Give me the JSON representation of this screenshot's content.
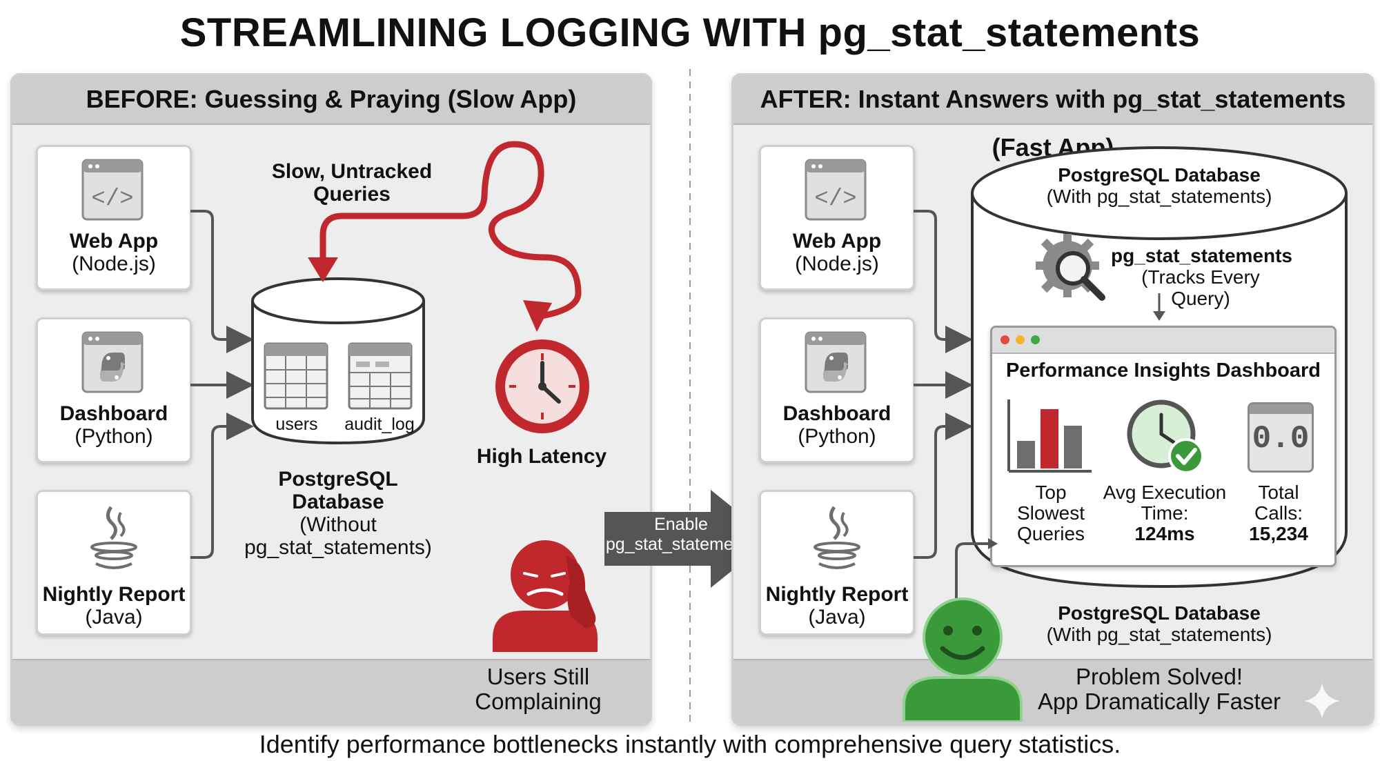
{
  "title": "STREAMLINING LOGGING WITH pg_stat_statements",
  "subtitle": "Identify performance bottlenecks instantly with comprehensive query statistics.",
  "before": {
    "header": "BEFORE: Guessing & Praying (Slow App)",
    "clients": [
      {
        "name": "Web App",
        "tech": "(Node.js)",
        "icon": "code-window-icon"
      },
      {
        "name": "Dashboard",
        "tech": "(Python)",
        "icon": "python-icon"
      },
      {
        "name": "Nightly Report",
        "tech": "(Java)",
        "icon": "java-icon"
      }
    ],
    "queries_label_1": "Slow, Untracked",
    "queries_label_2": "Queries",
    "tables": [
      "users",
      "audit_log"
    ],
    "db_title_1": "PostgreSQL",
    "db_title_2": "Database",
    "db_sub_1": "(Without",
    "db_sub_2": "pg_stat_statements)",
    "latency_label": "High Latency",
    "footer_1": "Users Still",
    "footer_2": "Complaining"
  },
  "transition": {
    "label_1": "Enable",
    "label_2": "pg_stat_statements"
  },
  "after": {
    "header": "AFTER: Instant Answers with pg_stat_statements (Fast App)",
    "clients": [
      {
        "name": "Web App",
        "tech": "(Node.js)",
        "icon": "code-window-icon"
      },
      {
        "name": "Dashboard",
        "tech": "(Python)",
        "icon": "python-icon"
      },
      {
        "name": "Nightly Report",
        "tech": "(Java)",
        "icon": "java-icon"
      }
    ],
    "db_top_title": "PostgreSQL Database",
    "db_top_sub": "(With pg_stat_statements)",
    "ext_title": "pg_stat_statements",
    "ext_sub": "(Tracks Every Query)",
    "dashboard_title": "Performance Insights Dashboard",
    "metric_top_1": "Top",
    "metric_top_2": "Slowest",
    "metric_top_3": "Queries",
    "metric_avg_1": "Avg Execution",
    "metric_avg_2": "Time:",
    "metric_avg_value": "124ms",
    "metric_total_1": "Total",
    "metric_total_2": "Calls:",
    "metric_total_value": "15,234",
    "counter_display": "0.0",
    "db_bottom_title": "PostgreSQL Database",
    "db_bottom_sub": "(With pg_stat_statements)",
    "footer_1": "Problem Solved!",
    "footer_2": "App Dramatically Faster"
  },
  "colors": {
    "accent_red": "#c0282d",
    "success_green": "#3a9a3a",
    "panel_bg": "#ededed",
    "header_bg": "#cdcdcd",
    "arrow_dark": "#555555"
  }
}
